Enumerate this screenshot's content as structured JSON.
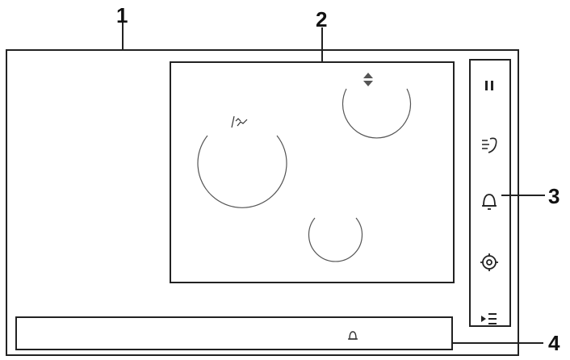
{
  "callouts": {
    "c1": "1",
    "c2": "2",
    "c3": "3",
    "c4": "4"
  },
  "panel": {
    "sidebar_icons": [
      "pause-icon",
      "hood-fan-icon",
      "bell-icon",
      "settings-gear-icon",
      "menu-list-icon"
    ],
    "bottom_bar_icon": "bell-icon",
    "cooking_zones": [
      "zone-left-large",
      "zone-top-right",
      "zone-bottom-center"
    ],
    "zone_indicators": [
      "heat-indicator-icon",
      "up-down-arrows-icon"
    ]
  }
}
